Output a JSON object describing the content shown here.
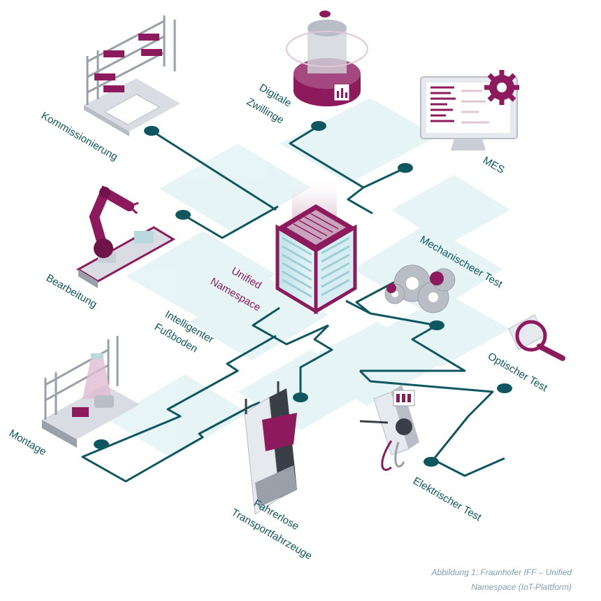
{
  "diagram": {
    "center": {
      "line1": "Unified",
      "line2": "Namespace"
    },
    "nodes": [
      {
        "id": "kommissionierung",
        "label": "Kommissionierung"
      },
      {
        "id": "digitale-zwillinge",
        "line1": "Digitale",
        "line2": "Zwillinge"
      },
      {
        "id": "mes",
        "label": "MES"
      },
      {
        "id": "bearbeitung",
        "label": "Bearbeitung"
      },
      {
        "id": "mechanischer-test",
        "label": "Mechanischeer Test"
      },
      {
        "id": "intelligenter-fussboden",
        "line1": "Intelligenter",
        "line2": "Fußboden"
      },
      {
        "id": "optischer-test",
        "label": "Optischer Test"
      },
      {
        "id": "montage",
        "label": "Montage"
      },
      {
        "id": "fahrerlose-transportfahrzeuge",
        "line1": "Fahrerlose",
        "line2": "Transportfahrzeuge"
      },
      {
        "id": "elektrischer-test",
        "label": "Elektrischer Test"
      }
    ],
    "caption": {
      "line1": "Abbildung 1: Fraunhofer IFF – Unified",
      "line2": "Namespace (IoT-Plattform)"
    }
  },
  "colors": {
    "line": "#0e5760",
    "magenta": "#8c1a5c",
    "tile": "#e3f3f4",
    "caption": "#7d9fb8"
  },
  "icons": [
    "shelf-robot-icon",
    "digital-twin-icon",
    "monitor-gear-icon",
    "robot-arm-icon",
    "gears-icon",
    "optical-sensor-icon",
    "assembly-station-icon",
    "agv-robot-icon",
    "multimeter-icon",
    "server-cube-icon"
  ]
}
